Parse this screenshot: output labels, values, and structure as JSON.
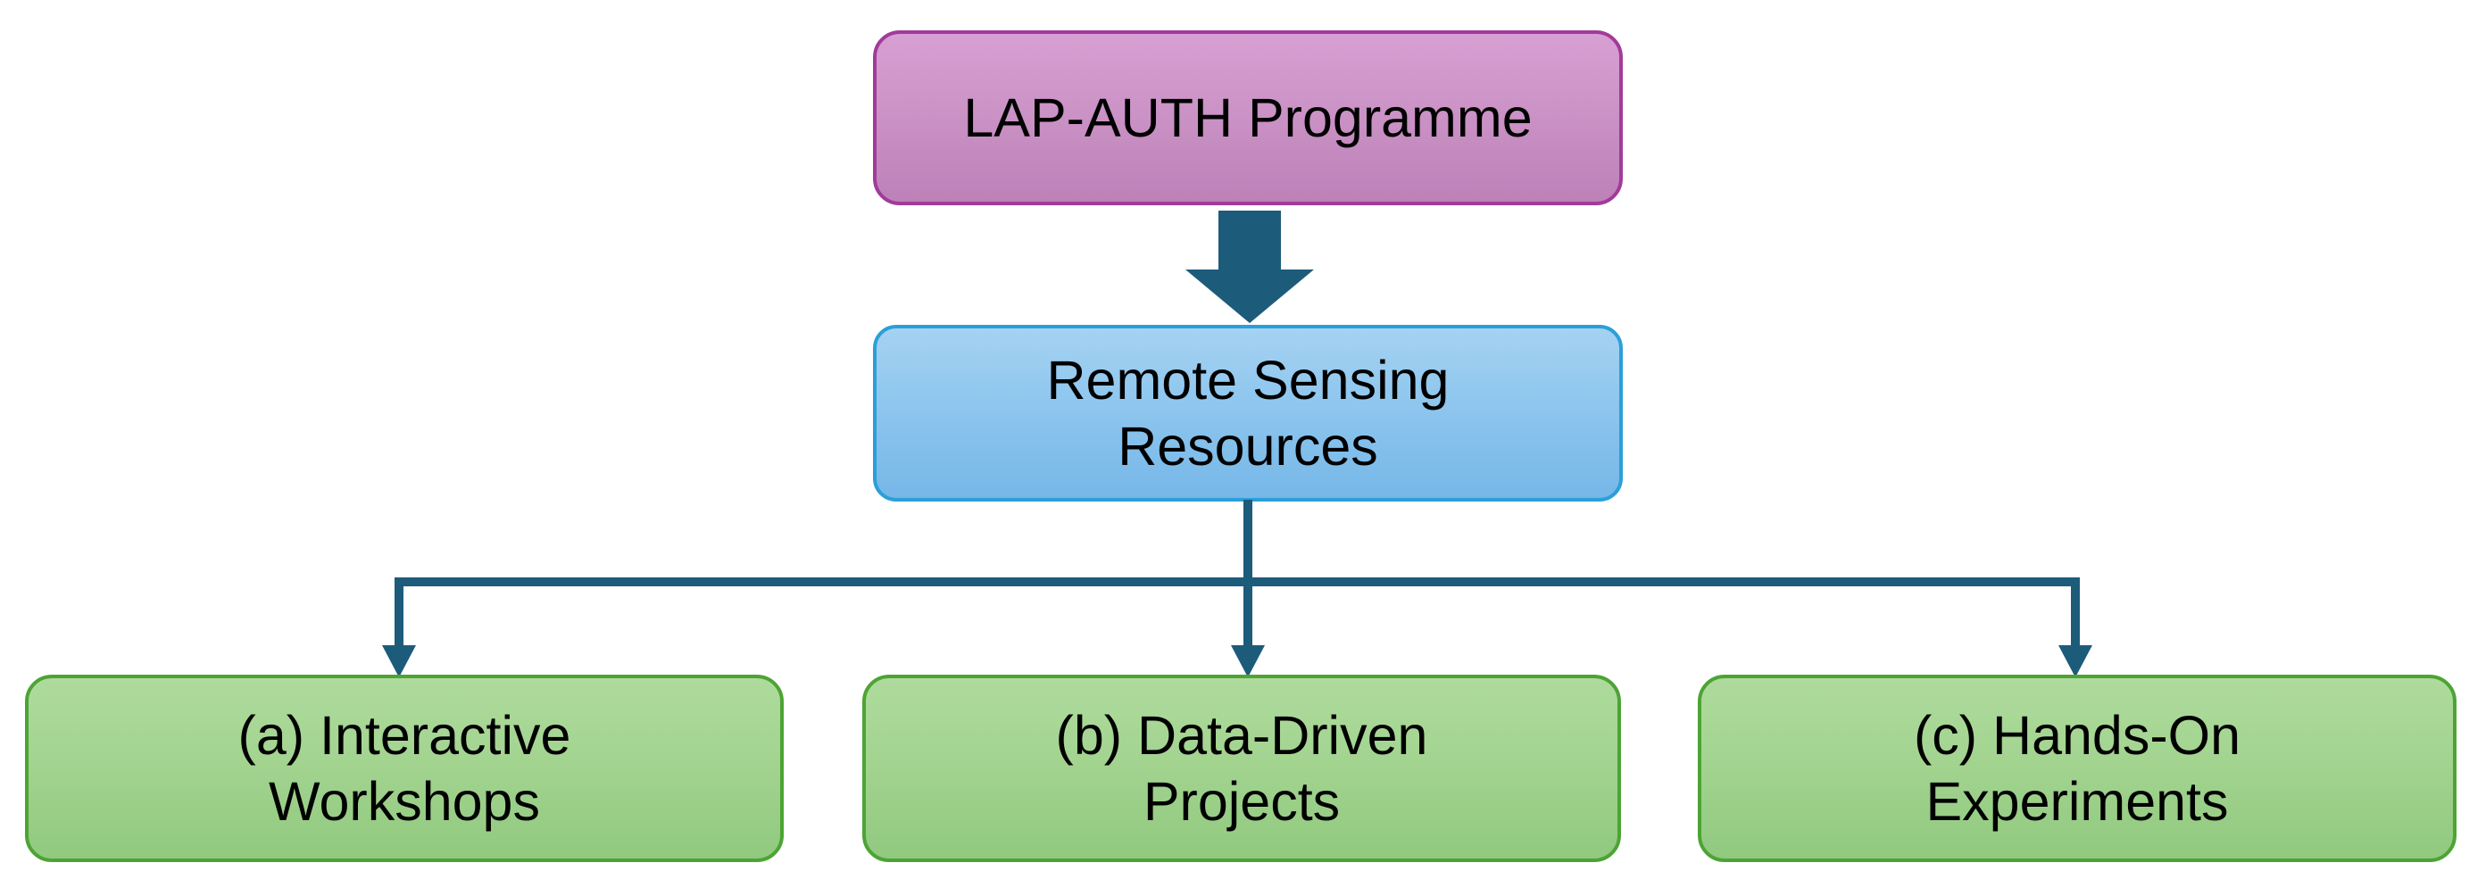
{
  "diagram": {
    "title": "LAP-AUTH Programme remote sensing resources flow diagram",
    "root": {
      "label": "LAP-AUTH Programme",
      "fill": "#cb93c6",
      "border": "#a13b9b"
    },
    "middle": {
      "label": "Remote Sensing\nResources",
      "fill": "#8ec6ee",
      "border": "#2b9fd8"
    },
    "leaves": [
      {
        "label": "(a) Interactive\nWorkshops",
        "fill": "#a3d490",
        "border": "#4ca434"
      },
      {
        "label": "(b) Data-Driven\nProjects",
        "fill": "#a3d490",
        "border": "#4ca434"
      },
      {
        "label": "(c) Hands-On\nExperiments",
        "fill": "#a3d490",
        "border": "#4ca434"
      }
    ],
    "connectors": {
      "block_arrow_color": "#1d5b7b",
      "line_color": "#1d5b7b"
    }
  }
}
